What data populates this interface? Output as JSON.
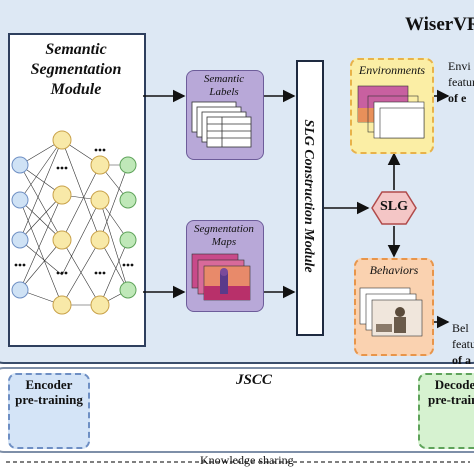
{
  "title": "WiserVR",
  "segmentation_module": {
    "title_line1": "Semantic",
    "title_line2": "Segmentation",
    "title_line3": "Module"
  },
  "semantic_labels": {
    "line1": "Semantic",
    "line2": "Labels"
  },
  "segmentation_maps": {
    "line1": "Segmentation",
    "line2": "Maps"
  },
  "slg_module_label": "SLG Construction Module",
  "slg_node": "SLG",
  "environments": {
    "label": "Environments",
    "text1": "Envi",
    "text2": "features",
    "text3": "of e"
  },
  "behaviors": {
    "label": "Behaviors",
    "text1": "Bel",
    "text2": "features",
    "text3": "of a"
  },
  "encoder": {
    "line1": "Encoder",
    "line2": "pre-training"
  },
  "decoder": {
    "line1": "Decode",
    "line2": "pre-traini"
  },
  "jscc_label": "JSCC",
  "knowledge_label": "Knowledge sharing",
  "colors": {
    "panel": "#dde8f4",
    "purple": "#b8a8d8",
    "yellow": "#fbeea5",
    "orange": "#fad2b0",
    "node_blue": "#cfe2f5",
    "node_yellow": "#f8e9a8",
    "node_green": "#bfe8b8",
    "slg_node": "#f4c6c6"
  }
}
